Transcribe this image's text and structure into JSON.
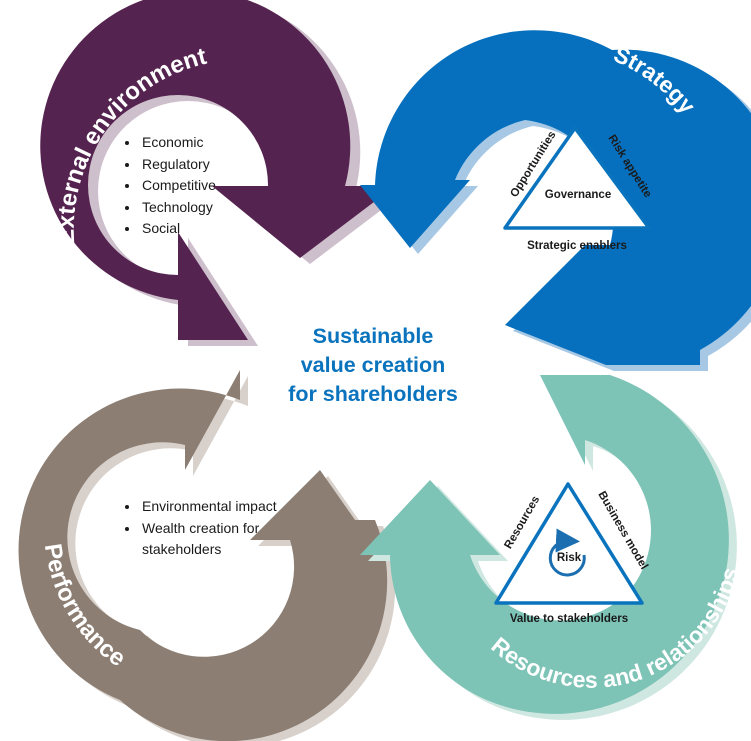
{
  "center": {
    "line1": "Sustainable",
    "line2": "value creation",
    "line3": "for shareholders"
  },
  "external_environment": {
    "title": "External environment",
    "color": "#55234f",
    "items": [
      "Economic",
      "Regulatory",
      "Competitive",
      "Technology",
      "Social"
    ]
  },
  "strategy": {
    "title": "Strategy",
    "color": "#0670be",
    "triangle": {
      "left": "Opportunities",
      "right": "Risk appetite",
      "center": "Governance",
      "bottom": "Strategic enablers"
    }
  },
  "resources_relationships": {
    "title": "Resources and relationships",
    "color": "#7dc3b6",
    "triangle": {
      "left": "Resources",
      "right": "Business model",
      "center": "Risk",
      "bottom": "Value to stakeholders"
    }
  },
  "performance": {
    "title": "Performance",
    "color": "#8c7e73",
    "items": [
      "Environmental impact",
      "Wealth creation for stakeholders"
    ]
  }
}
